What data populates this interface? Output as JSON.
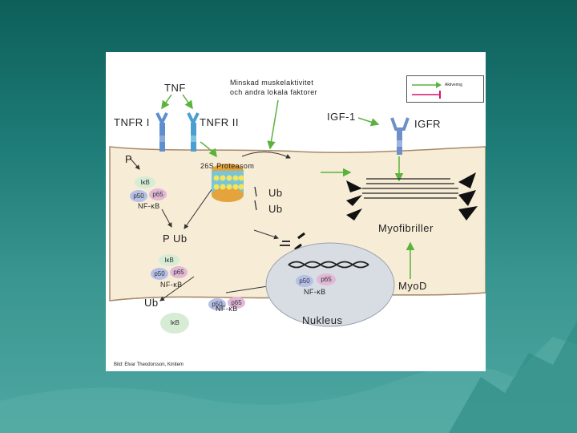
{
  "labels": {
    "tnf": "TNF",
    "tnfr1": "TNFR I",
    "tnfr2": "TNFR II",
    "minskad_line1": "Minskad muskelaktivitet",
    "minskad_line2": "och andra lokala faktorer",
    "igf1": "IGF-1",
    "igfr": "IGFR",
    "p": "P",
    "proteasom": "26S Proteasom",
    "ub1": "Ub",
    "ub2": "Ub",
    "p_ub": "P Ub",
    "myofibriller": "Myofibriller",
    "myod": "MyoD",
    "nukleus": "Nukleus",
    "ub_lower": "Ub"
  },
  "complexes": {
    "c1": {
      "ikb": "IκB",
      "p50": "p50",
      "p65": "p65",
      "nfkb": "NF-κB"
    },
    "c2": {
      "ikb": "IκB",
      "p50": "p50",
      "p65": "p65",
      "nfkb": "NF-κB"
    },
    "c3": {
      "p50": "p50",
      "p65": "p65",
      "nfkb": "NF-κB"
    },
    "c4": {
      "p50": "p50",
      "p65": "p65",
      "nfkb": "NF-κB"
    },
    "ikb_free": "IκB"
  },
  "legend": {
    "aktivering": "Aktivering"
  },
  "credit": "Bild: Elvar Theodorsson, Kinitem",
  "colors": {
    "green_arrow": "#5ab33c",
    "inhibit": "#d9136e",
    "cell": "#f7ecd6",
    "cell_border": "#a58a6a",
    "nucleus": "#d8dde4",
    "ikb_ball": "#d7ecd4",
    "p50_ball": "#b6bfe6",
    "p65_ball": "#e2b8d7",
    "receptor": "#5d8fd0"
  }
}
